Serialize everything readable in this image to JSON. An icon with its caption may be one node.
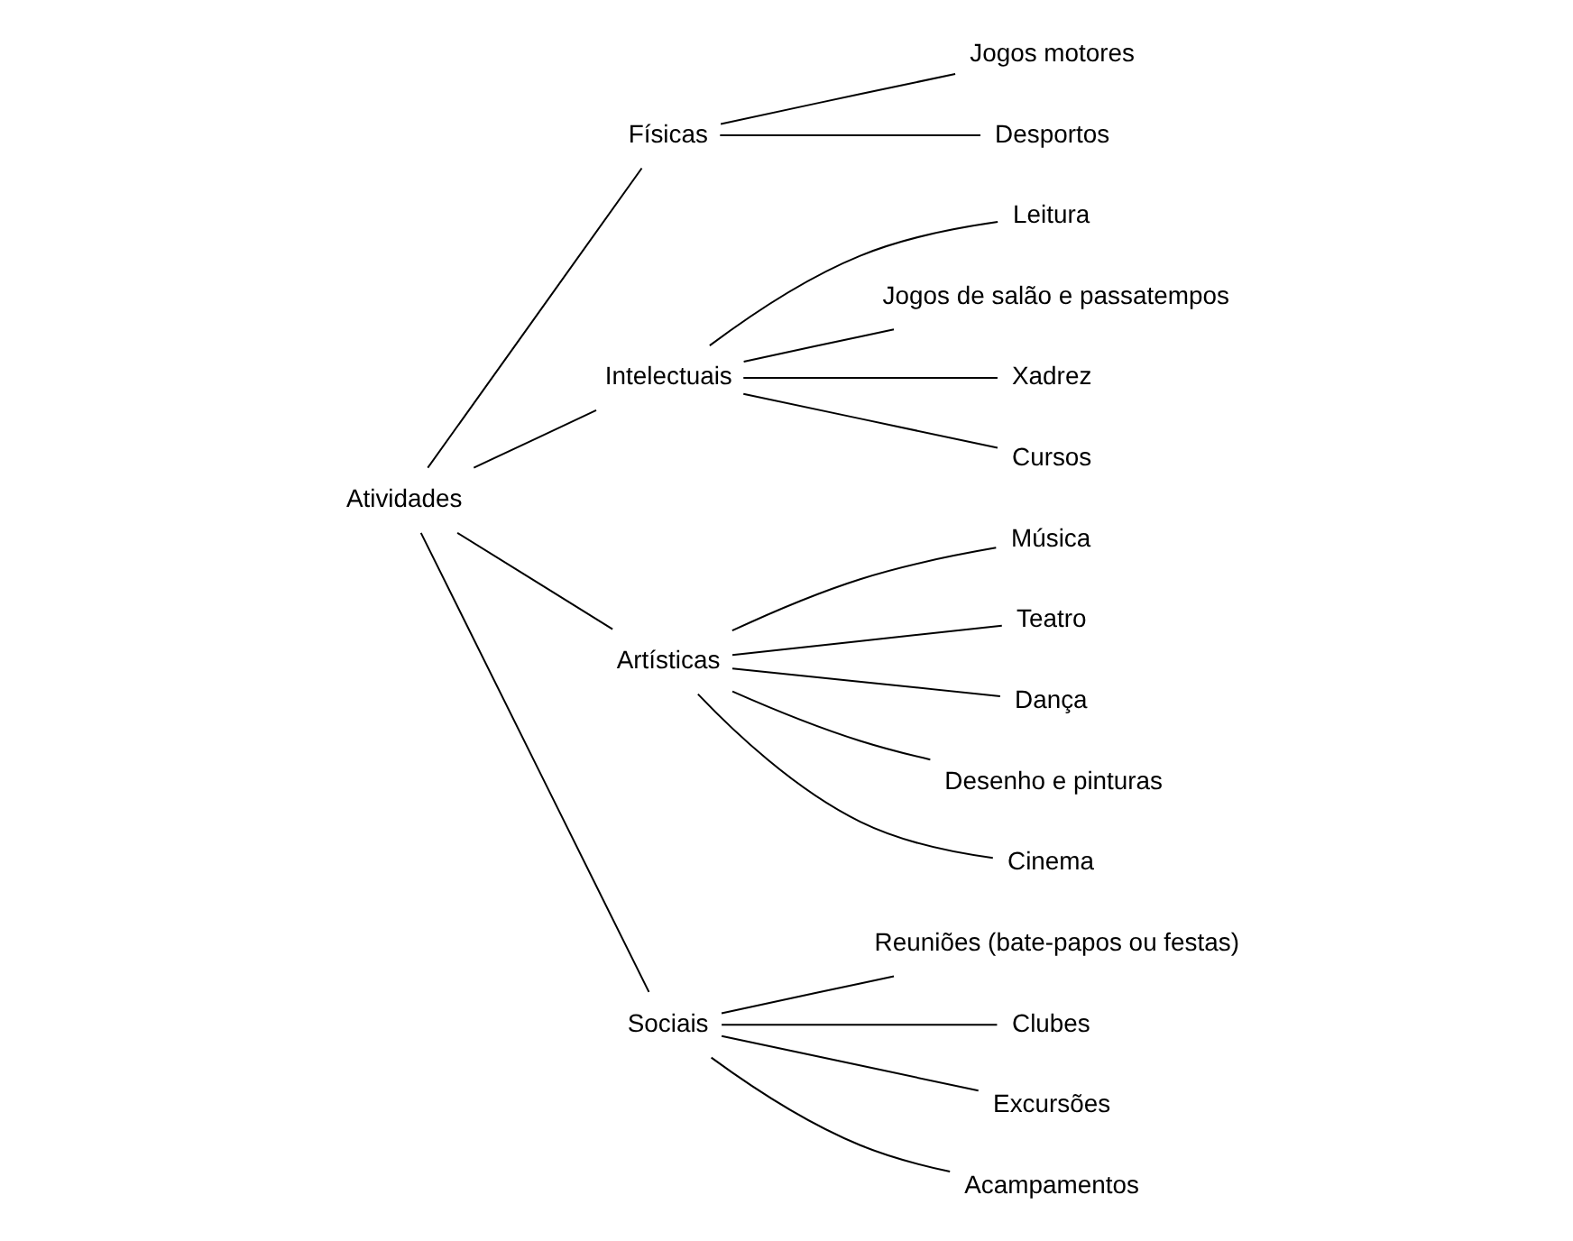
{
  "diagram": {
    "nodes": [
      {
        "text": [
          "Atividades"
        ]
      },
      {
        "text": [
          "Físicas"
        ]
      },
      {
        "text": [
          "Jogos motores"
        ]
      },
      {
        "text": [
          "Desportos"
        ]
      },
      {
        "text": [
          "Intelectuais"
        ]
      },
      {
        "text": [
          "Leitura"
        ]
      },
      {
        "text": [
          "Jogos de salão e passatempos"
        ]
      },
      {
        "text": [
          "Xadrez"
        ]
      },
      {
        "text": [
          "Cursos"
        ]
      },
      {
        "text": [
          "Artísticas"
        ]
      },
      {
        "text": [
          "Música"
        ]
      },
      {
        "text": [
          "Teatro"
        ]
      },
      {
        "text": [
          "Dança"
        ]
      },
      {
        "text": [
          "Desenho e pinturas"
        ]
      },
      {
        "text": [
          "Cinema"
        ]
      },
      {
        "text": [
          "Sociais"
        ]
      },
      {
        "text": [
          "Reuniões (bate-papos ou festas)"
        ]
      },
      {
        "text": [
          "Clubes"
        ]
      },
      {
        "text": [
          "Excursões"
        ]
      },
      {
        "text": [
          "Acampamentos"
        ]
      }
    ],
    "edges": [
      {
        "from": 0,
        "to": 1,
        "arrow": "none"
      },
      {
        "from": 0,
        "to": 4,
        "arrow": "none"
      },
      {
        "from": 0,
        "to": 9,
        "arrow": "none"
      },
      {
        "from": 0,
        "to": 15,
        "arrow": "none"
      },
      {
        "from": 1,
        "to": 2,
        "arrow": "none"
      },
      {
        "from": 1,
        "to": 3,
        "arrow": "none"
      },
      {
        "from": 4,
        "to": 5,
        "arrow": "none"
      },
      {
        "from": 4,
        "to": 6,
        "arrow": "none"
      },
      {
        "from": 4,
        "to": 7,
        "arrow": "none"
      },
      {
        "from": 4,
        "to": 8,
        "arrow": "none"
      },
      {
        "from": 9,
        "to": 10,
        "arrow": "none"
      },
      {
        "from": 9,
        "to": 11,
        "arrow": "none"
      },
      {
        "from": 9,
        "to": 12,
        "arrow": "none"
      },
      {
        "from": 9,
        "to": 13,
        "arrow": "none"
      },
      {
        "from": 9,
        "to": 14,
        "arrow": "none"
      },
      {
        "from": 15,
        "to": 16,
        "arrow": "none"
      },
      {
        "from": 15,
        "to": 17,
        "arrow": "none"
      },
      {
        "from": 15,
        "to": 18,
        "arrow": "none"
      },
      {
        "from": 15,
        "to": 19,
        "arrow": "none"
      }
    ]
  }
}
